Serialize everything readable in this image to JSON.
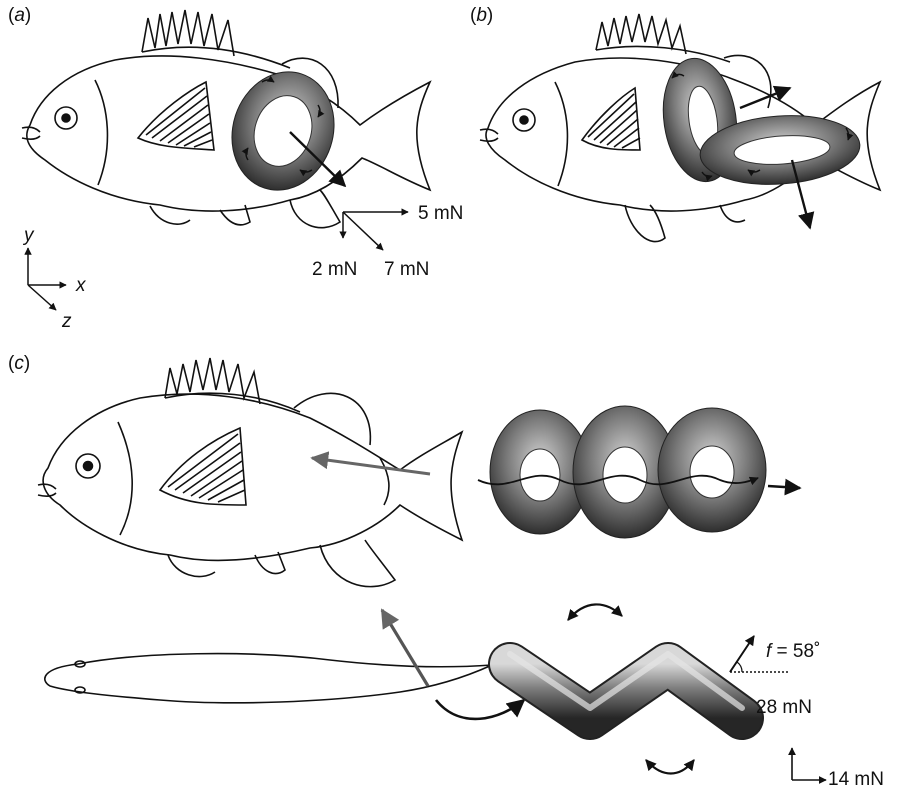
{
  "panels": {
    "a": {
      "open": "(",
      "letter": "a",
      "close": ")"
    },
    "b": {
      "open": "(",
      "letter": "b",
      "close": ")"
    },
    "c": {
      "open": "(",
      "letter": "c",
      "close": ")"
    }
  },
  "axes": {
    "x": "x",
    "y": "y",
    "z": "z"
  },
  "force_scale_a": {
    "x": "5 mN",
    "y": "2 mN",
    "z": "7 mN"
  },
  "force_scale_c": {
    "vertical": "28 mN",
    "horizontal": "14 mN"
  },
  "angle_label": {
    "symbol": "f",
    "rest": " = 58˚"
  },
  "colors": {
    "ring_dark": "#3a3a3a",
    "ring_mid": "#7a7a7a",
    "ring_light": "#c8c8c8",
    "arrow_grey": "#666666",
    "ink": "#111111"
  }
}
